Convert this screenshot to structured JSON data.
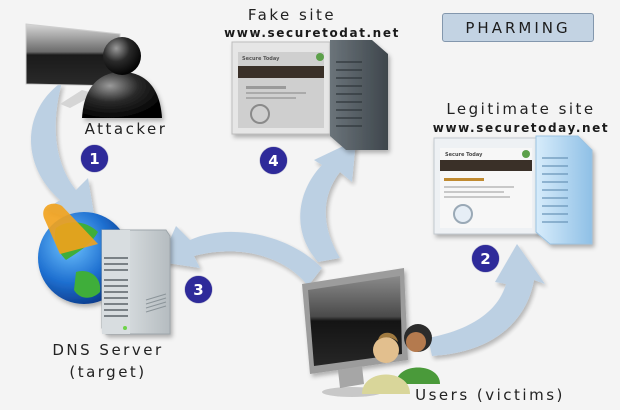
{
  "diagram_title": "PHARMING",
  "nodes": {
    "attacker": {
      "label": "Attacker"
    },
    "dns_server": {
      "label": "DNS Server",
      "sublabel": "(target)"
    },
    "fake_site": {
      "label": "Fake site",
      "url": "www.securetodat.net",
      "page_heading": "Secure Today"
    },
    "legit_site": {
      "label": "Legitimate site",
      "url": "www.securetoday.net",
      "page_heading": "Secure Today"
    },
    "users": {
      "label": "Users (victims)"
    }
  },
  "steps": [
    {
      "number": "1",
      "from": "attacker",
      "to": "dns_server"
    },
    {
      "number": "2",
      "from": "users",
      "to": "legit_site"
    },
    {
      "number": "3",
      "from": "users",
      "to": "dns_server"
    },
    {
      "number": "4",
      "from": "users",
      "to": "fake_site"
    }
  ],
  "colors": {
    "background": "#f4f4f4",
    "arrow": "#b8cde2",
    "step_badge": "#2e2a9a",
    "title_tag": "#c3d3e3"
  }
}
